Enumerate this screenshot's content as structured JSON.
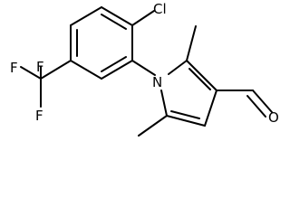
{
  "molecule": {
    "atom_labels": {
      "chlorine": "Cl",
      "nitrogen": "N",
      "oxygen": "O",
      "fluorine_top_left": "F",
      "fluorine_top": "F",
      "fluorine_bottom": "F"
    },
    "colors": {
      "bond": "#000000",
      "label": "#000000",
      "background": "#ffffff"
    }
  }
}
